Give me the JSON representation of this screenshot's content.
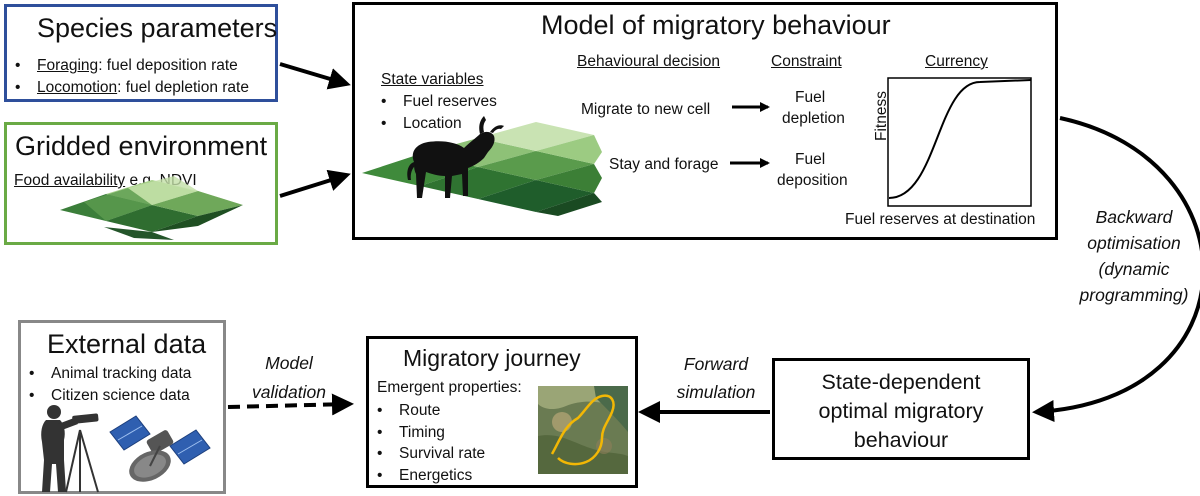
{
  "species": {
    "title": "Species parameters",
    "items": [
      {
        "term": "Foraging",
        "rest": ": fuel deposition rate"
      },
      {
        "term": "Locomotion",
        "rest": ": fuel depletion rate"
      }
    ]
  },
  "gridded": {
    "title": "Gridded environment",
    "food_label": "Food availability",
    "food_rest": " e.g. NDVI"
  },
  "model": {
    "title": "Model of migratory behaviour",
    "state_vars_heading": "State variables",
    "state_vars": [
      "Fuel reserves",
      "Location"
    ],
    "decision_heading": "Behavioural decision",
    "constraint_heading": "Constraint",
    "currency_heading": "Currency",
    "decision_1": "Migrate to new cell",
    "decision_2": "Stay and forage",
    "constraint_1_line1": "Fuel",
    "constraint_1_line2": "depletion",
    "constraint_2_line1": "Fuel",
    "constraint_2_line2": "deposition",
    "fitness_label": "Fitness",
    "x_axis_label": "Fuel reserves at destination"
  },
  "backward": {
    "line1": "Backward",
    "line2": "optimisation",
    "line3": "(dynamic",
    "line4": "programming)"
  },
  "state_dependent": {
    "line1": "State-dependent",
    "line2": "optimal migratory",
    "line3": "behaviour"
  },
  "forward": {
    "line1": "Forward",
    "line2": "simulation"
  },
  "journey": {
    "title": "Migratory journey",
    "subtitle": "Emergent properties:",
    "items": [
      "Route",
      "Timing",
      "Survival rate",
      "Energetics"
    ]
  },
  "validation": {
    "line1": "Model",
    "line2": "validation"
  },
  "external": {
    "title": "External data",
    "items": [
      "Animal tracking data",
      "Citizen science data"
    ]
  },
  "colors": {
    "species_border": "#2e4f9b",
    "gridded_border": "#6aaa45",
    "external_border": "#888888",
    "grass_dark": "#1f5d2b",
    "grass_light": "#d8ecc4"
  }
}
